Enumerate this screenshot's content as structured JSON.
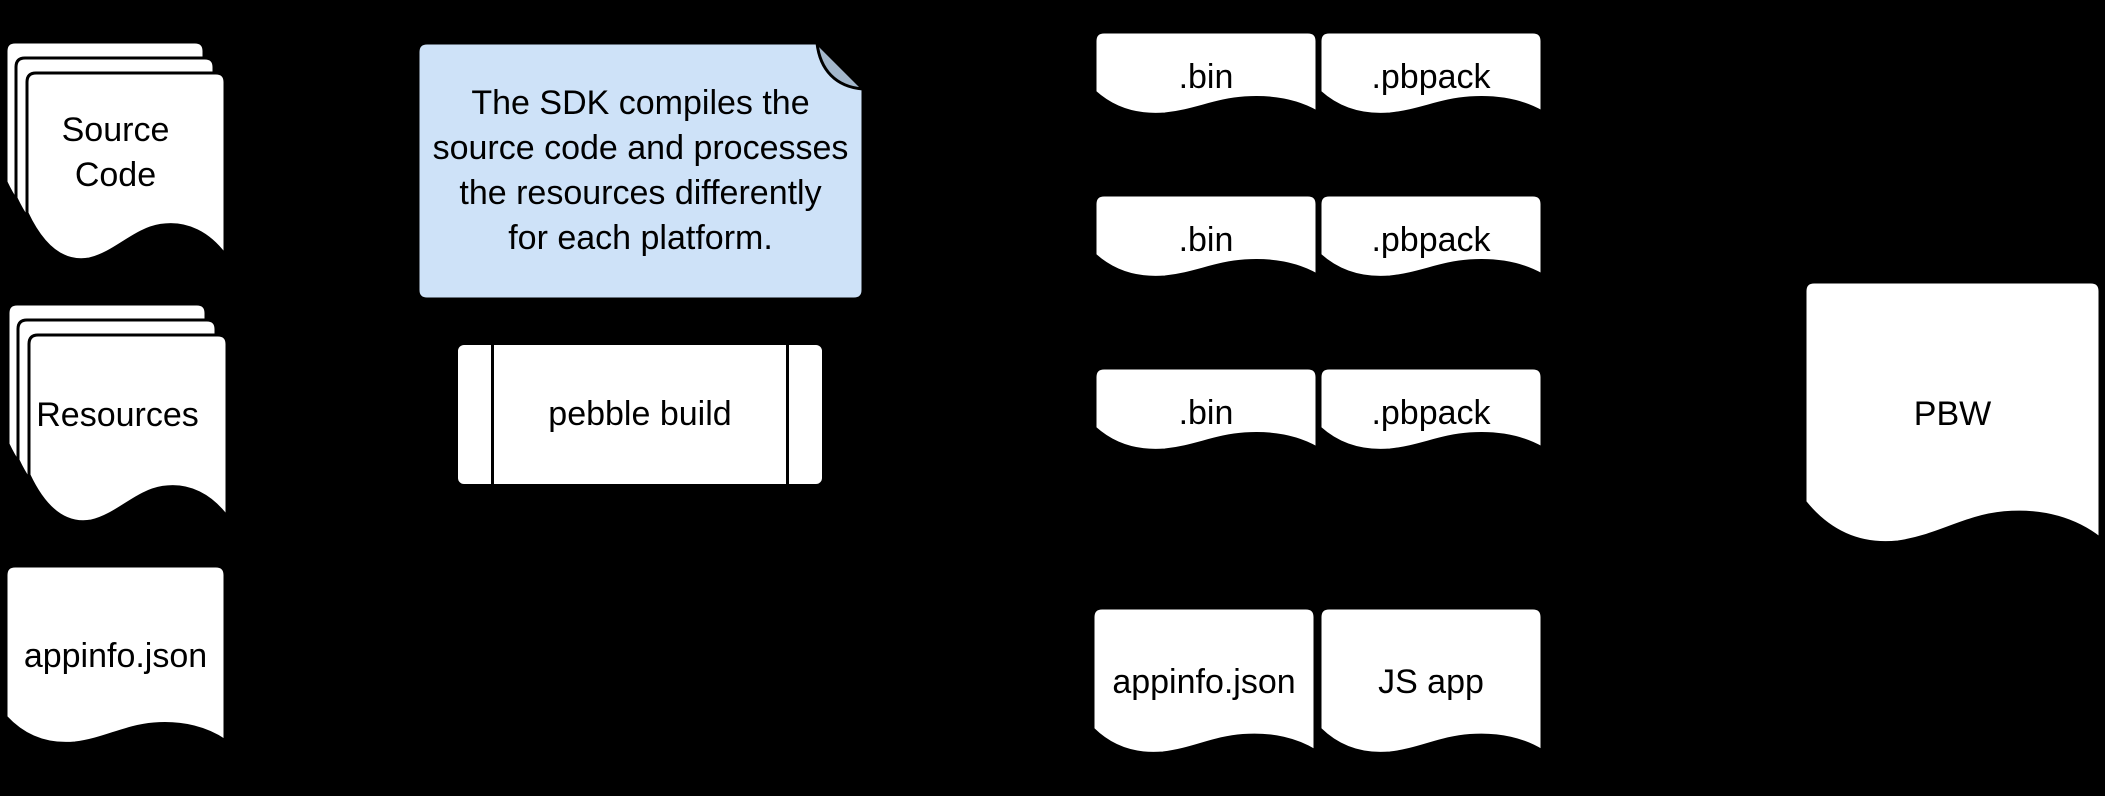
{
  "inputs": {
    "source_code": "Source\nCode",
    "resources": "Resources",
    "appinfo": "appinfo.json"
  },
  "note_text": "The SDK compiles the\nsource code and processes\nthe resources differently\nfor each platform.",
  "process_label": "pebble build",
  "platform_outputs": [
    {
      "bin": ".bin",
      "pbpack": ".pbpack"
    },
    {
      "bin": ".bin",
      "pbpack": ".pbpack"
    },
    {
      "bin": ".bin",
      "pbpack": ".pbpack"
    }
  ],
  "common_outputs": {
    "appinfo": "appinfo.json",
    "js_app": "JS app"
  },
  "final_output": "PBW",
  "colors": {
    "background": "#000000",
    "shape_fill": "#ffffff",
    "shape_stroke": "#000000",
    "text": "#000000",
    "note_fill": "#cee2f8",
    "note_fold": "#a3b7cc"
  }
}
